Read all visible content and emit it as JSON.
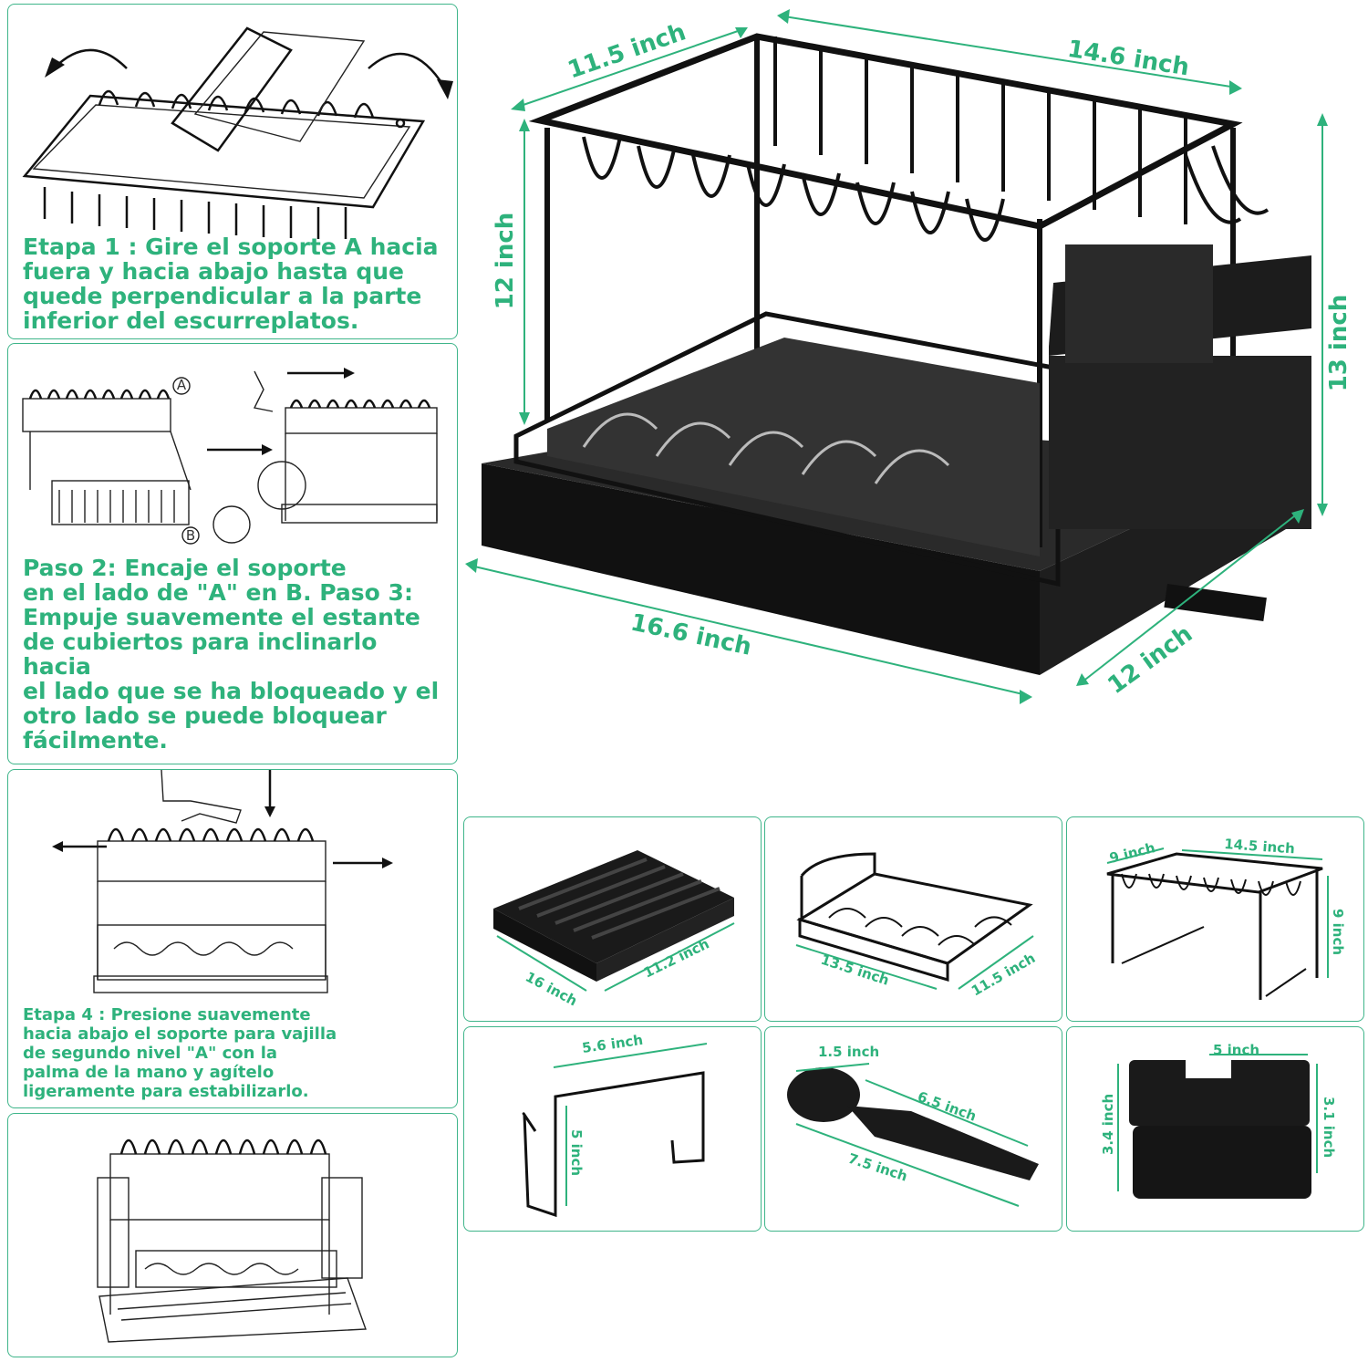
{
  "steps": {
    "step1": "Etapa 1 : Gire el soporte A hacia\nfuera y hacia abajo hasta que\nquede perpendicular a la parte\ninferior del escurreplatos.",
    "step2": "Paso 2: Encaje el soporte\nen el lado de \"A\" en B. Paso 3:\nEmpuje suavemente el estante\nde cubiertos para inclinarlo hacia\nel lado que se ha bloqueado y el\notro lado se puede bloquear\nfácilmente.",
    "step4": "Etapa 4 : Presione suavemente\nhacia abajo el soporte para vajilla\nde segundo nivel \"A\" con la\npalma de la mano y agítelo\nligeramente para estabilizarlo.",
    "label_a": "A",
    "label_b": "B"
  },
  "main_dimensions": {
    "top_depth": "11.5 inch",
    "top_width": "14.6 inch",
    "left_height": "12 inch",
    "right_height": "13 inch",
    "base_width": "16.6 inch",
    "base_depth": "12 inch"
  },
  "parts": {
    "tray": {
      "a": "16 inch",
      "b": "11.2 inch"
    },
    "lower_rack": {
      "a": "13.5 inch",
      "b": "11.5 inch"
    },
    "upper_rack": {
      "a": "9 inch",
      "b": "14.5 inch",
      "c": "9 inch"
    },
    "hook": {
      "a": "5.6 inch",
      "b": "5 inch"
    },
    "spout": {
      "a": "1.5 inch",
      "b": "6.5 inch",
      "c": "7.5 inch"
    },
    "holder": {
      "a": "5 inch",
      "b": "3.4 inch",
      "c": "3.1 inch"
    }
  },
  "colors": {
    "accent": "#2eb27c",
    "border": "#3fb58a",
    "product": "#111111"
  }
}
